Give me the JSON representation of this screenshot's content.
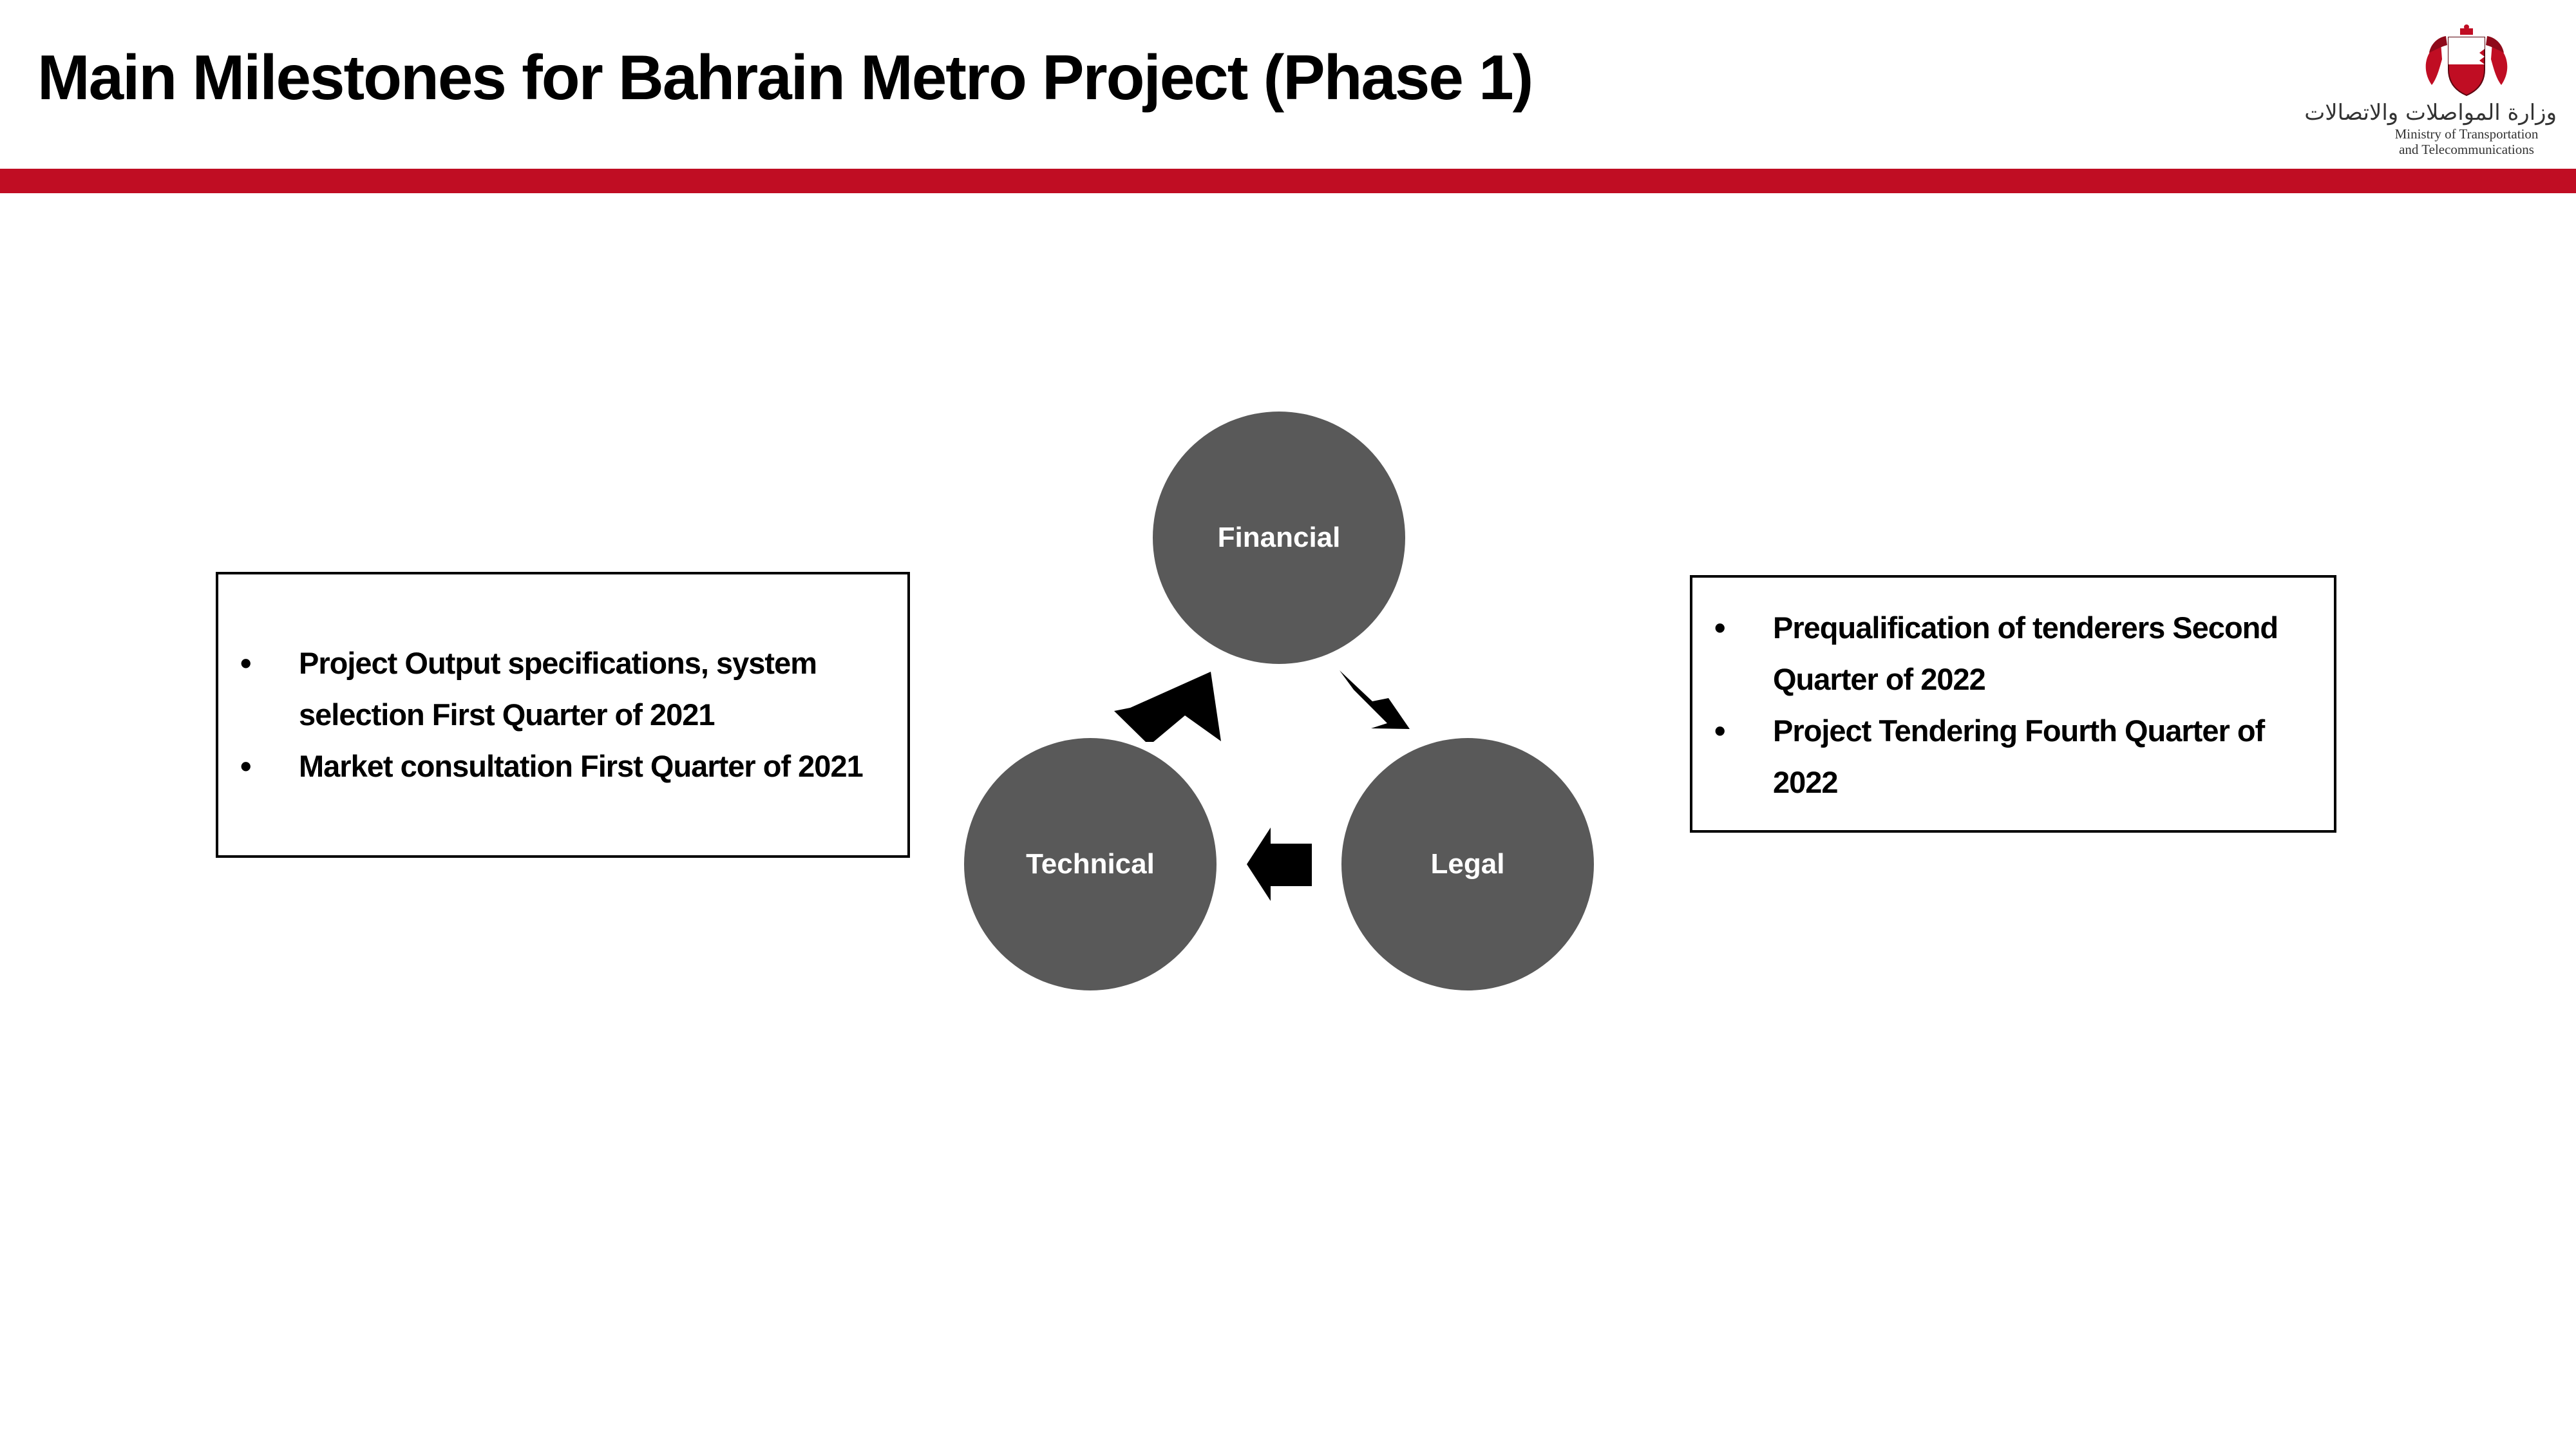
{
  "slide": {
    "title": "Main Milestones for Bahrain Metro Project (Phase 1)",
    "accent_color": "#C00D23",
    "logo": {
      "arabic_text": "وزارة المواصلات والاتصالات",
      "english_line_1": "Ministry of Transportation",
      "english_line_2": "and Telecommunications",
      "icon": "bahrain-coat-of-arms-icon"
    }
  },
  "left_box": {
    "items": [
      {
        "bullet": "•",
        "text": "Project Output specifications, system selection  First Quarter of 2021"
      },
      {
        "bullet": "•",
        "text": "Market consultation First Quarter of 2021"
      }
    ]
  },
  "right_box": {
    "items": [
      {
        "bullet": "•",
        "text": "Prequalification of tenderers Second Quarter of 2022"
      },
      {
        "bullet": "•",
        "text": "Project Tendering Fourth Quarter of 2022"
      }
    ]
  },
  "cycle": {
    "node_color": "#595959",
    "arrow_color": "#000000",
    "nodes": [
      {
        "id": "financial",
        "label": "Financial"
      },
      {
        "id": "legal",
        "label": "Legal"
      },
      {
        "id": "technical",
        "label": "Technical"
      }
    ],
    "edges": [
      {
        "from": "financial",
        "to": "legal"
      },
      {
        "from": "legal",
        "to": "technical"
      },
      {
        "from": "technical",
        "to": "financial"
      }
    ]
  }
}
